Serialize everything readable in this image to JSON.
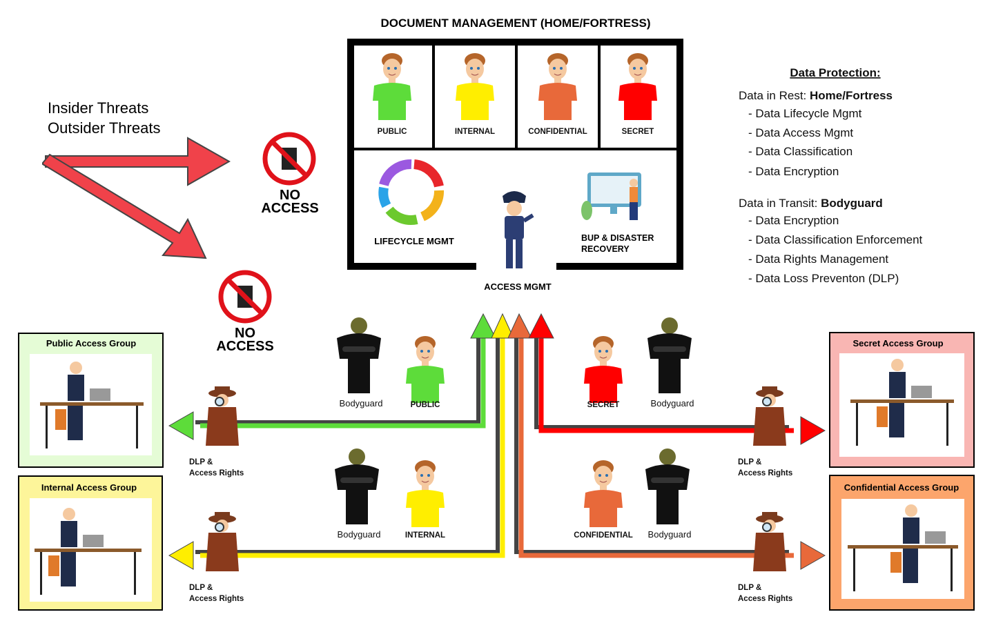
{
  "title": "DOCUMENT MANAGEMENT (HOME/FORTRESS)",
  "fortress": {
    "cells": [
      "PUBLIC",
      "INTERNAL",
      "CONFIDENTIAL",
      "SECRET"
    ],
    "lifecycle": "LIFECYCLE MGMT",
    "bup_line1": "BUP & DISASTER",
    "bup_line2": "RECOVERY",
    "access": "ACCESS MGMT"
  },
  "threats": {
    "line1": "Insider Threats",
    "line2": "Outsider Threats"
  },
  "no_access": {
    "line1": "NO",
    "line2": "ACCESS"
  },
  "protection": {
    "heading": "Data Protection:",
    "rest_prefix": "Data in Rest: ",
    "rest_bold": "Home/Fortress",
    "rest_items": [
      "- Data Lifecycle Mgmt",
      "- Data Access Mgmt",
      "- Data Classification",
      "- Data Encryption"
    ],
    "transit_prefix": "Data in Transit: ",
    "transit_bold": "Bodyguard",
    "transit_items": [
      "- Data Encryption",
      "- Data Classification Enforcement",
      "- Data Rights Management",
      "- Data Loss Preventon (DLP)"
    ]
  },
  "groups": {
    "public": "Public Access Group",
    "internal": "Internal Access Group",
    "secret": "Secret Access Group",
    "confidential": "Confidential Access Group"
  },
  "escorts": {
    "bodyguard": "Bodyguard",
    "public": "PUBLIC",
    "secret": "SECRET",
    "internal": "INTERNAL",
    "confidential": "CONFIDENTIAL"
  },
  "dlp": {
    "line1": "DLP &",
    "line2": "Access Rights"
  },
  "colors": {
    "public": "#5ddc3a",
    "internal": "#ffee00",
    "confidential": "#e8693a",
    "secret": "#ff0000",
    "threat": "#f0424a"
  }
}
